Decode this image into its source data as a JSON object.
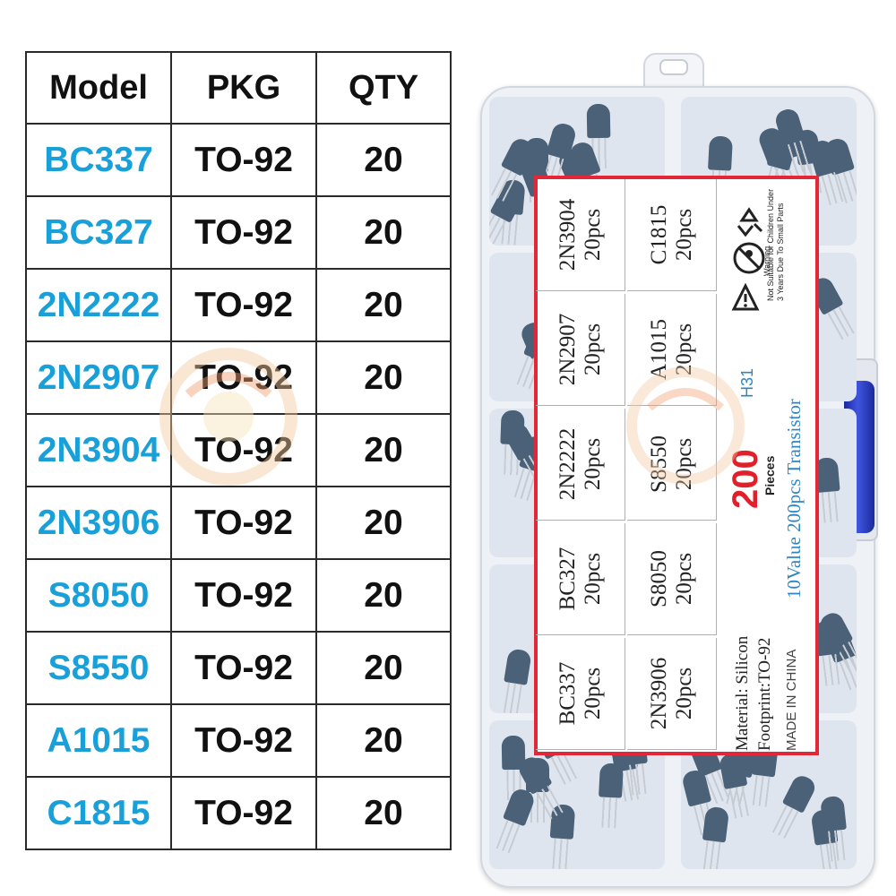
{
  "table": {
    "headers": [
      "Model",
      "PKG",
      "QTY"
    ],
    "rows": [
      {
        "model": "BC337",
        "pkg": "TO-92",
        "qty": "20"
      },
      {
        "model": "BC327",
        "pkg": "TO-92",
        "qty": "20"
      },
      {
        "model": "2N2222",
        "pkg": "TO-92",
        "qty": "20"
      },
      {
        "model": "2N2907",
        "pkg": "TO-92",
        "qty": "20"
      },
      {
        "model": "2N3904",
        "pkg": "TO-92",
        "qty": "20"
      },
      {
        "model": "2N3906",
        "pkg": "TO-92",
        "qty": "20"
      },
      {
        "model": "S8050",
        "pkg": "TO-92",
        "qty": "20"
      },
      {
        "model": "S8550",
        "pkg": "TO-92",
        "qty": "20"
      },
      {
        "model": "A1015",
        "pkg": "TO-92",
        "qty": "20"
      },
      {
        "model": "C1815",
        "pkg": "TO-92",
        "qty": "20"
      }
    ]
  },
  "label": {
    "cells": [
      {
        "name": "2N3904",
        "qty": "20pcs"
      },
      {
        "name": "C1815",
        "qty": "20pcs"
      },
      {
        "name": "2N2907",
        "qty": "20pcs"
      },
      {
        "name": "A1015",
        "qty": "20pcs"
      },
      {
        "name": "2N2222",
        "qty": "20pcs"
      },
      {
        "name": "S8550",
        "qty": "20pcs"
      },
      {
        "name": "BC327",
        "qty": "20pcs"
      },
      {
        "name": "S8050",
        "qty": "20pcs"
      },
      {
        "name": "BC337",
        "qty": "20pcs"
      },
      {
        "name": "2N3906",
        "qty": "20pcs"
      }
    ],
    "material": "Material: Silicon",
    "footprint": "Footprint:TO-92",
    "made_in": "MADE IN CHINA",
    "title": "10Value 200pcs Transistor",
    "code": "H31",
    "count": "200",
    "count_unit": "Pieces",
    "warning": "Warning",
    "child_warning_line1": "Not Suitable for Children Under",
    "child_warning_line2": "3 Years Due To Small Parts",
    "icons": [
      "recycle-icon",
      "no-children-icon",
      "warning-triangle-icon"
    ]
  },
  "colors": {
    "model_text": "#1aa0d8",
    "label_border": "#e22739",
    "count_text": "#e0202a",
    "title_text": "#2e86c1",
    "transistor_body": "#4a6178",
    "latch": "#2a3fc8"
  }
}
